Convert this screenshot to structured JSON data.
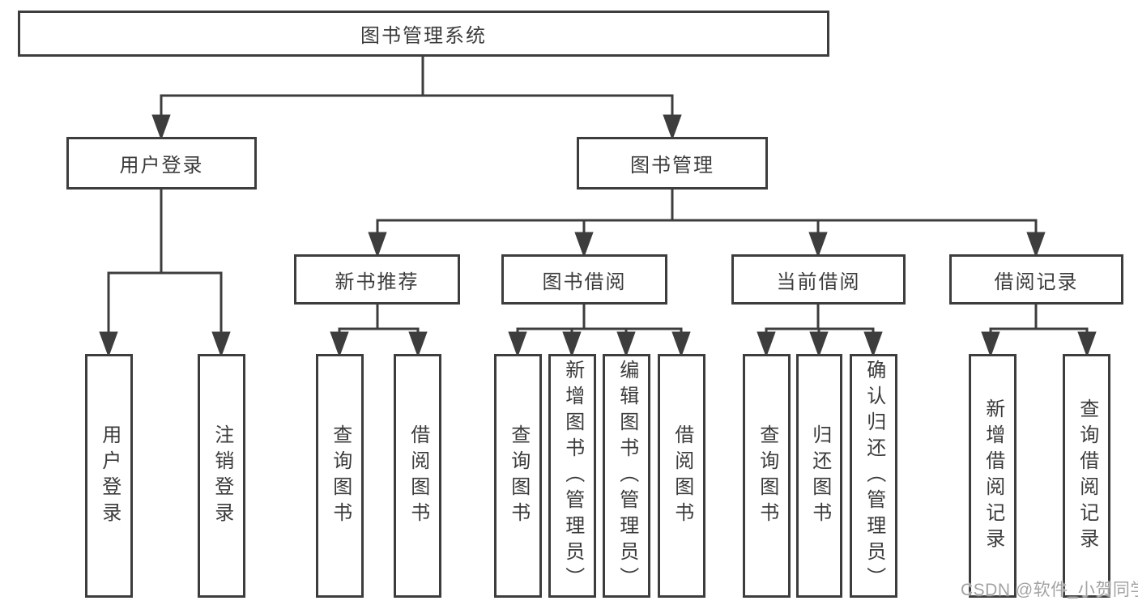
{
  "diagram_title": "图书管理系统",
  "nodes": {
    "root": "图书管理系统",
    "user_login": "用户登录",
    "book_mgmt": "图书管理",
    "new_book_rec": "新书推荐",
    "book_borrow": "图书借阅",
    "current_borrow": "当前借阅",
    "borrow_records": "借阅记录",
    "leaves": {
      "g1": [
        "用户登录",
        "注销登录"
      ],
      "g2": [
        "查询图书",
        "借阅图书"
      ],
      "g3": [
        "查询图书",
        "新增图书（管理员）",
        "编辑图书（管理员）",
        "借阅图书"
      ],
      "g4": [
        "查询图书",
        "归还图书",
        "确认归还（管理员）"
      ],
      "g5": [
        "新增借阅记录",
        "查询借阅记录"
      ]
    }
  },
  "watermark": "CSDN @软件_小贺同学",
  "colors": {
    "line": "#3d3d3d",
    "text": "#3b3b3b",
    "background": "#ffffff",
    "watermark": "#a3a3a3"
  }
}
